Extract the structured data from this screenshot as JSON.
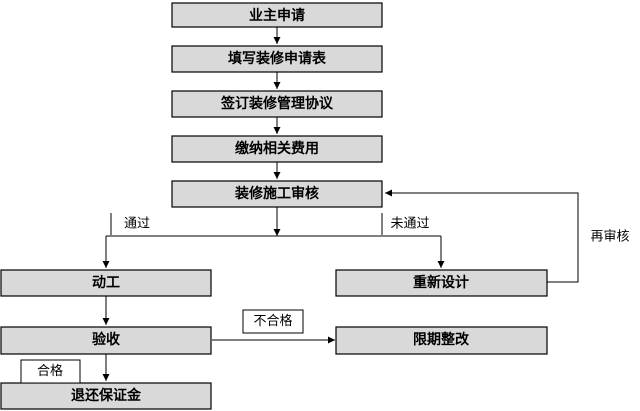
{
  "nodes": {
    "owner_apply": "业主申请",
    "fill_form": "填写装修申请表",
    "sign_agreement": "签订装修管理协议",
    "pay_fees": "缴纳相关费用",
    "construction_review": "装修施工审核",
    "start_work": "动工",
    "redesign": "重新设计",
    "acceptance": "验收",
    "rectify": "限期整改",
    "refund_deposit": "退还保证金"
  },
  "edge_labels": {
    "passed": "通过",
    "not_passed": "未通过",
    "re_review": "再审核",
    "unqualified": "不合格",
    "qualified": "合格"
  },
  "colors": {
    "box_fill": "#d9d9d9",
    "stroke": "#000000",
    "background": "#ffffff"
  }
}
